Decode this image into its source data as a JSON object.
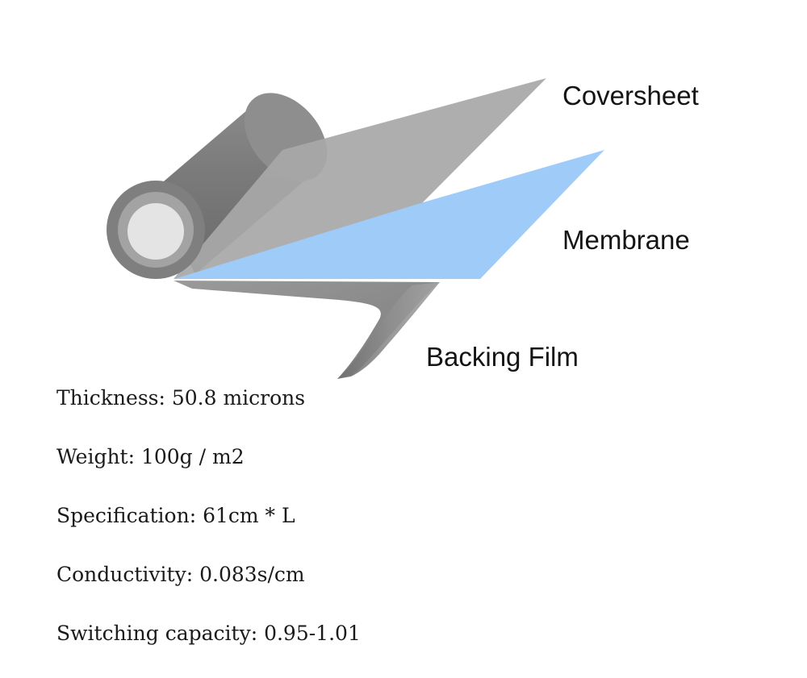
{
  "diagram": {
    "layers": [
      {
        "label": "Coversheet",
        "color": "#a9a9a9"
      },
      {
        "label": "Membrane",
        "color": "#9fcbf9"
      },
      {
        "label": "Backing Film",
        "color": "#8c8c8c"
      }
    ],
    "roll_color": "#8a8a8a",
    "roll_core_color": "#e4e4e4"
  },
  "specs": [
    {
      "name": "Thickness",
      "value": "50.8 microns",
      "text": "Thickness: 50.8 microns"
    },
    {
      "name": "Weight",
      "value": "100g / m2",
      "text": "Weight: 100g / m2"
    },
    {
      "name": "Specification",
      "value": "61cm * L",
      "text": "Specification: 61cm * L"
    },
    {
      "name": "Conductivity",
      "value": "0.083s/cm",
      "text": "Conductivity: 0.083s/cm"
    },
    {
      "name": "Switching capacity",
      "value": "0.95-1.01",
      "text": "Switching capacity: 0.95-1.01"
    }
  ]
}
